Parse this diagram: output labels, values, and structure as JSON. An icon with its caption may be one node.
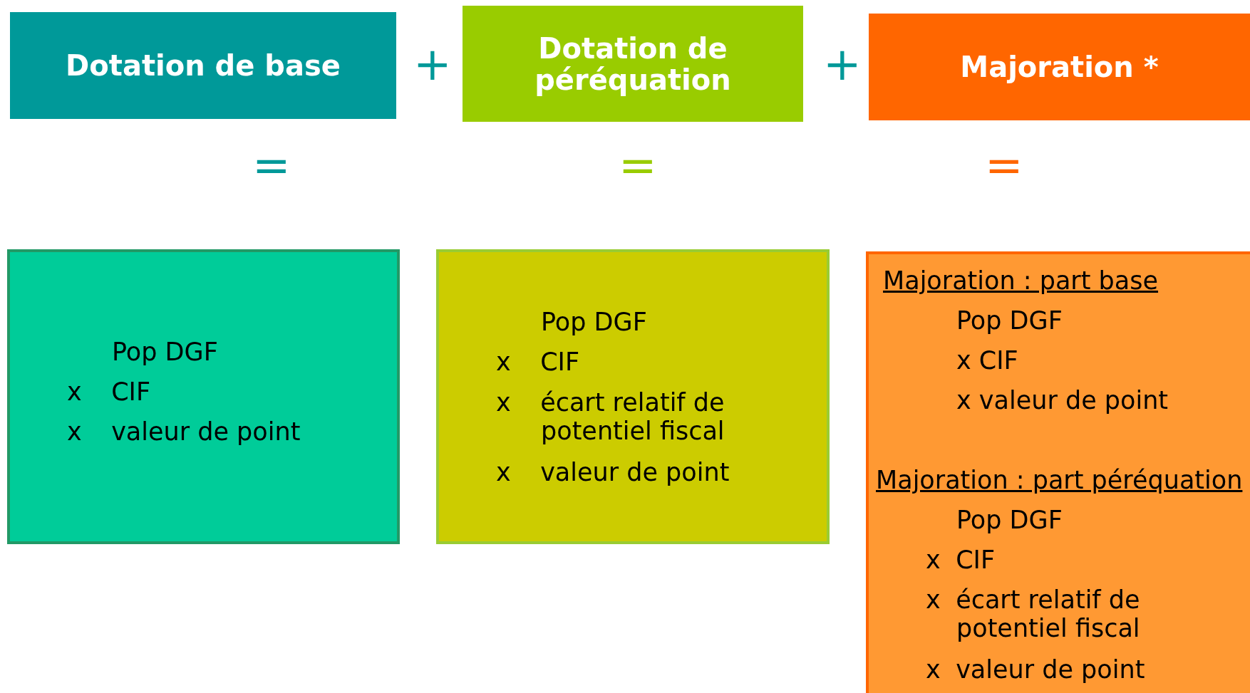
{
  "diagram": {
    "nodes": [
      {
        "text": [
          "Dotation de base"
        ]
      },
      {
        "text": [
          "Dotation de péréquation"
        ]
      },
      {
        "text": [
          "Majoration *"
        ]
      },
      {
        "text": [
          "Pop DGF",
          "x CIF",
          "x valeur de point"
        ]
      },
      {
        "text": [
          "Pop DGF",
          "x CIF",
          "x écart relatif de potentiel fiscal",
          "x valeur de point"
        ]
      },
      {
        "text": [
          "Majoration : part base",
          "Pop DGF",
          "x CIF",
          "x valeur de point",
          "Majoration : part péréquation",
          "Pop DGF",
          "x CIF",
          "x écart relatif de potentiel fiscal",
          "x valeur de point"
        ]
      }
    ],
    "labels": [
      "+",
      "+",
      "=",
      "=",
      "="
    ]
  }
}
